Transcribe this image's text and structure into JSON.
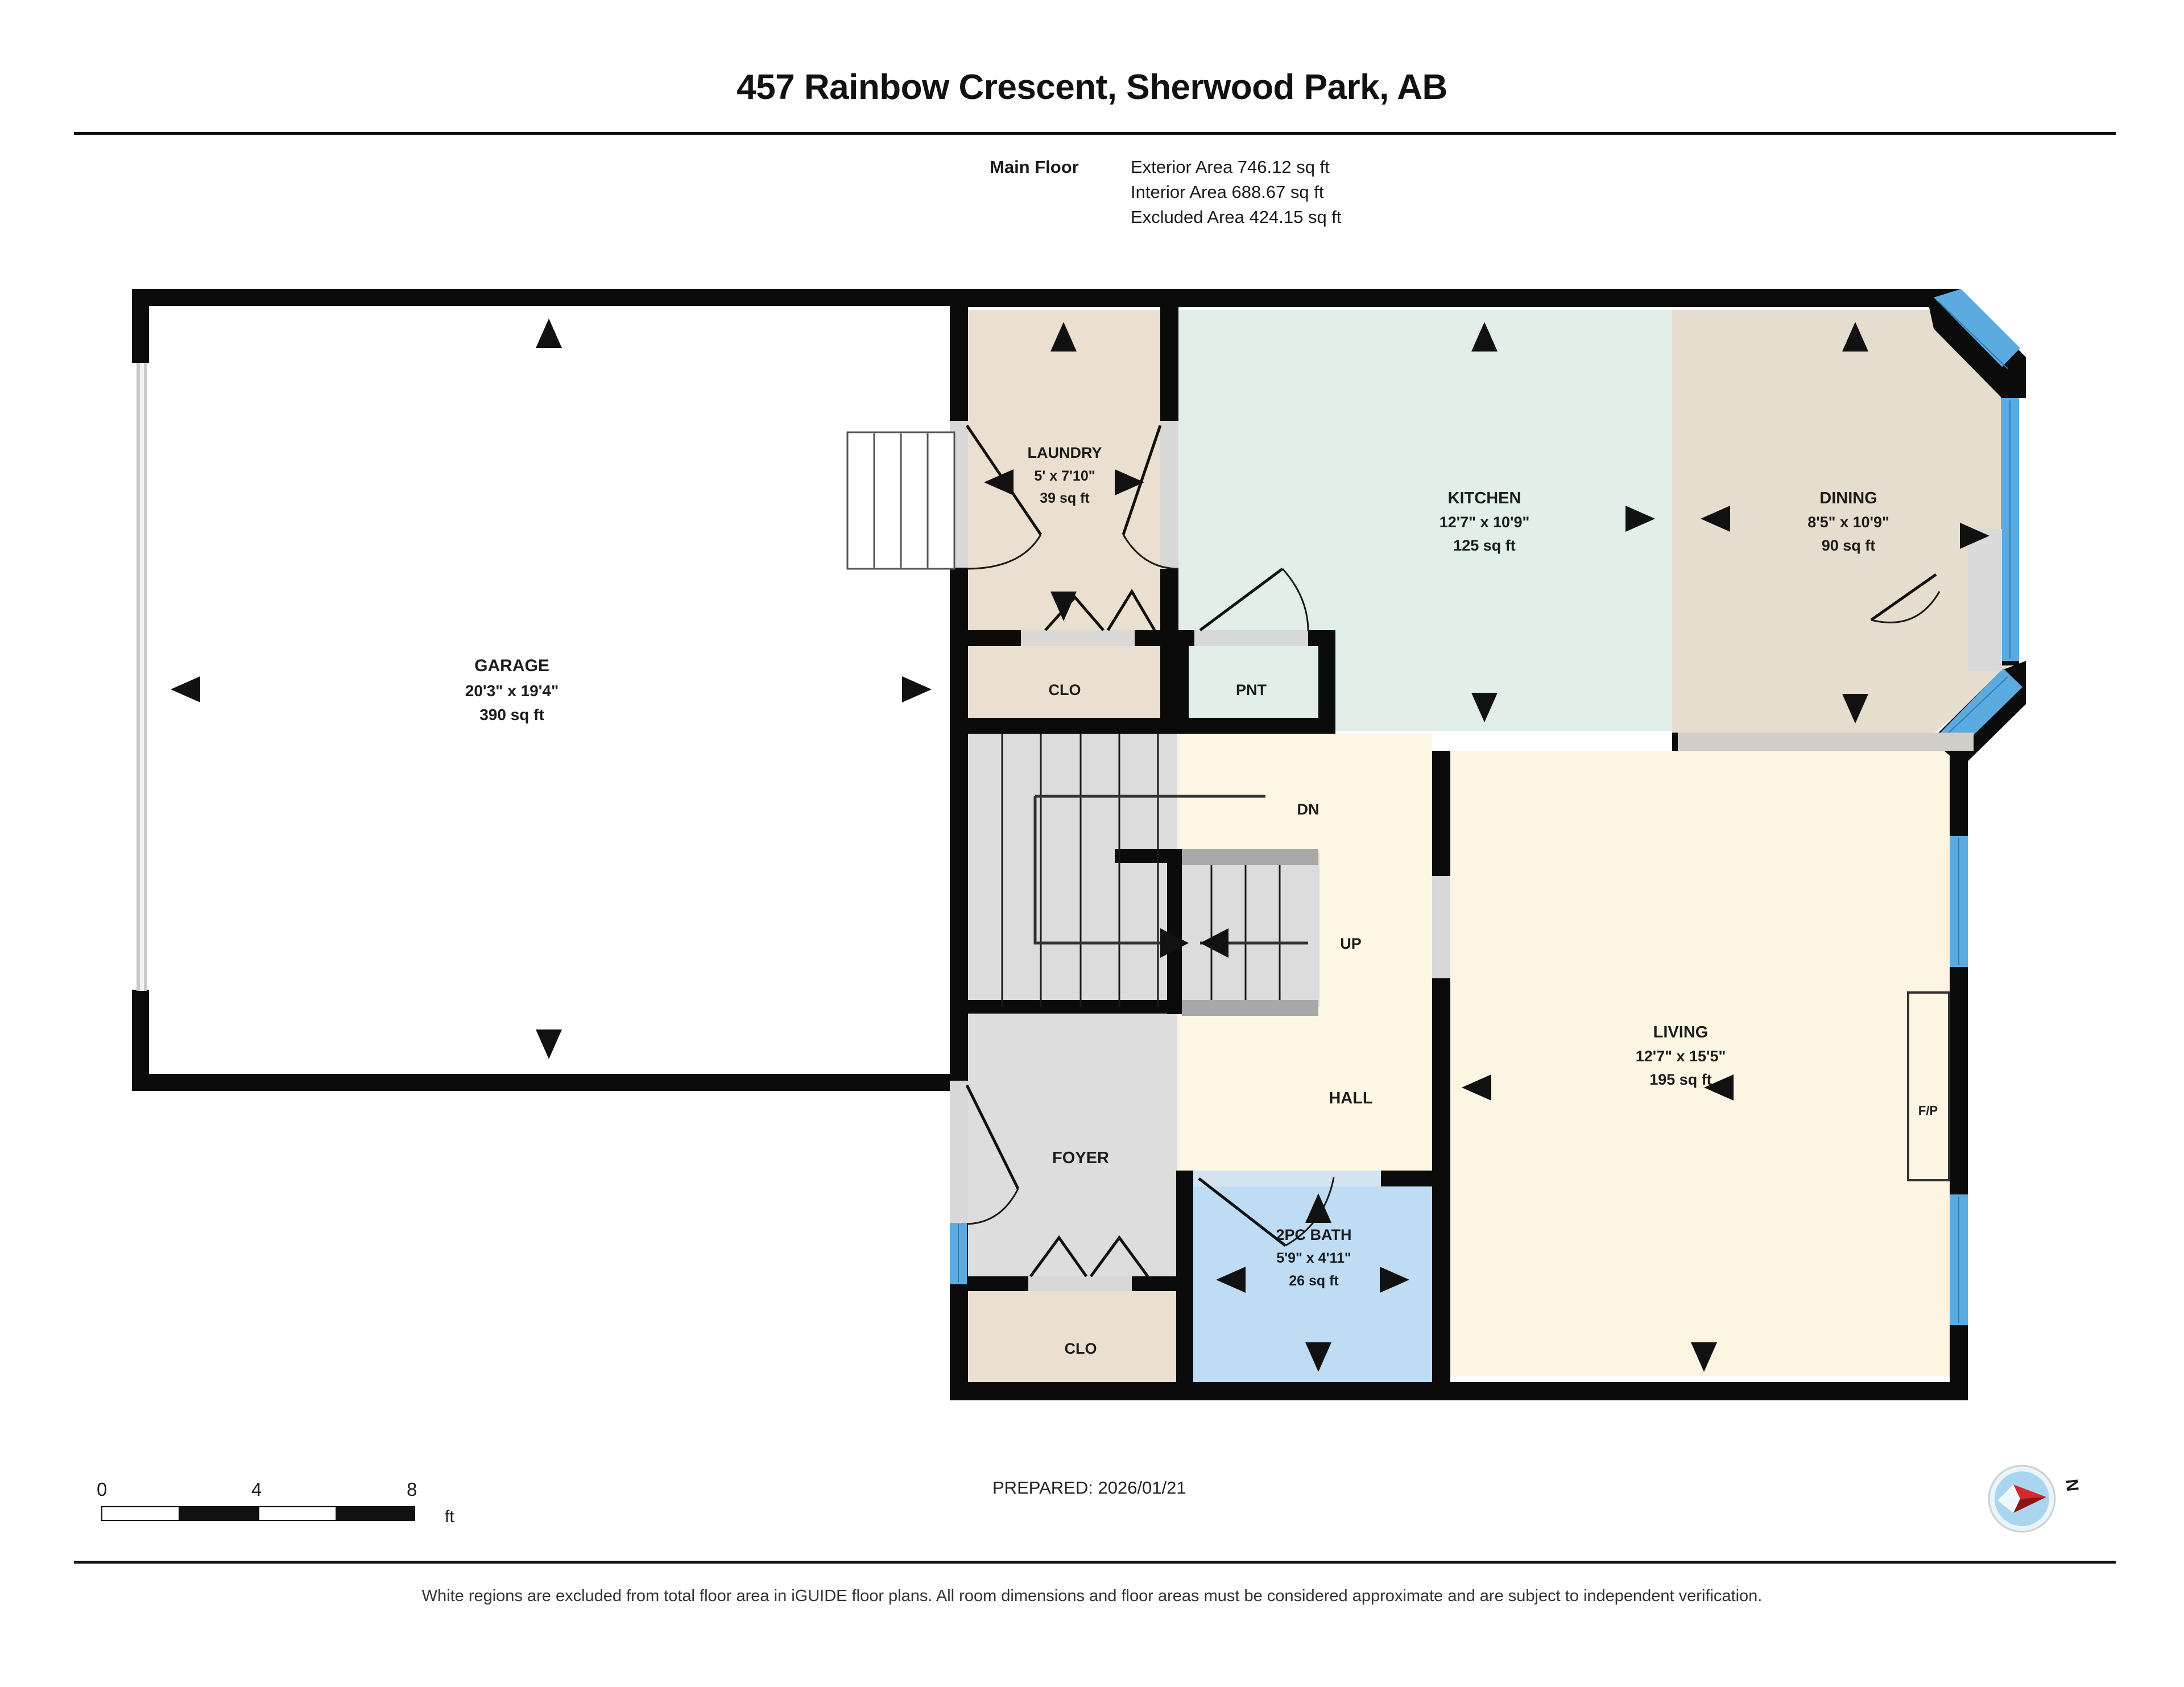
{
  "header": {
    "title": "457 Rainbow Crescent, Sherwood Park, AB",
    "floor_label": "Main Floor",
    "exterior_area": "Exterior Area 746.12 sq ft",
    "interior_area": "Interior Area 688.67 sq ft",
    "excluded_area": "Excluded Area 424.15 sq ft"
  },
  "rooms": [
    {
      "id": "garage",
      "name": "GARAGE",
      "dim": "20'3\" x 19'4\"",
      "area": "390 sq ft"
    },
    {
      "id": "laundry",
      "name": "LAUNDRY",
      "dim": "5' x 7'10\"",
      "area": "39 sq ft"
    },
    {
      "id": "kitchen",
      "name": "KITCHEN",
      "dim": "12'7\" x 10'9\"",
      "area": "125 sq ft"
    },
    {
      "id": "dining",
      "name": "DINING",
      "dim": "8'5\" x 10'9\"",
      "area": "90 sq ft"
    },
    {
      "id": "living",
      "name": "LIVING",
      "dim": "12'7\" x 15'5\"",
      "area": "195 sq ft"
    },
    {
      "id": "bath",
      "name": "2PC BATH",
      "dim": "5'9\" x 4'11\"",
      "area": "26 sq ft"
    }
  ],
  "small_labels": {
    "closet_upper": "CLO",
    "pantry": "PNT",
    "stairs_down": "DN",
    "stairs_up": "UP",
    "hall": "HALL",
    "foyer": "FOYER",
    "closet_lower": "CLO",
    "fireplace": "F/P"
  },
  "scale": {
    "tick_0": "0",
    "tick_4": "4",
    "tick_8": "8",
    "unit": "ft"
  },
  "compass": {
    "north_label": "N"
  },
  "footer": {
    "prepared": "PREPARED: 2026/01/21",
    "disclaimer": "White regions are excluded from total floor area in iGUIDE floor plans. All room dimensions and floor areas must be considered approximate and are subject to independent verification."
  },
  "colors": {
    "wall": "#0b0b0b",
    "window": "#5cabe0",
    "kitchen_fill": "#e2efe9",
    "dining_fill": "#e5ddce",
    "laundry_fill": "#ebe0cf",
    "living_fill": "#fbf5e2",
    "hall_fill": "#fcf6e3",
    "bath_fill": "#bfdcf5",
    "stairs_fill": "#dcdcdc",
    "foyer_fill": "#dddddd",
    "garage_fill": "#ffffff"
  }
}
